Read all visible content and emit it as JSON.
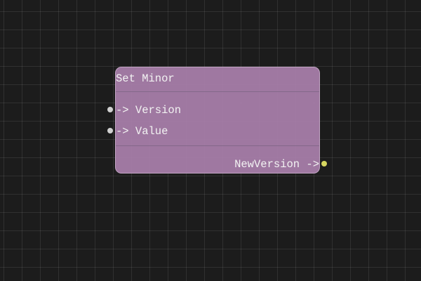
{
  "canvas": {
    "background": "#1c1c1c",
    "grid_spacing": 26
  },
  "node": {
    "title": "Set Minor",
    "fill": "#a07ca2",
    "inputs": [
      {
        "label": "-> Version",
        "port_color": "#d0d0d0"
      },
      {
        "label": "-> Value",
        "port_color": "#d0d0d0"
      }
    ],
    "outputs": [
      {
        "label": "NewVersion ->",
        "port_color": "#d6d660"
      }
    ]
  }
}
